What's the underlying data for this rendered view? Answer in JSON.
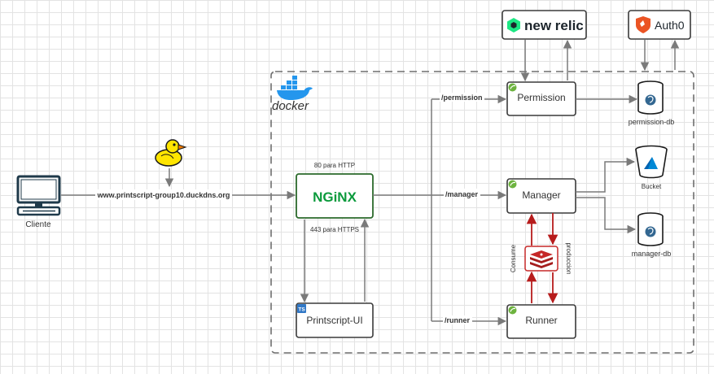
{
  "client": {
    "label": "Cliente"
  },
  "domain_label": "www.printscript-group10.duckdns.org",
  "docker": {
    "label": "docker"
  },
  "nginx": {
    "label": "NGiNX",
    "http_label": "80 para HTTP",
    "https_label": "443 para HTTPS"
  },
  "services": {
    "permission": "Permission",
    "manager": "Manager",
    "runner": "Runner",
    "ui": "Printscript-UI"
  },
  "routes": {
    "permission": "/permission",
    "manager": "/manager",
    "runner": "/runner"
  },
  "external": {
    "newrelic": "new relic",
    "auth0": "Auth0"
  },
  "stores": {
    "permission_db": "permission-db",
    "bucket": "Bucket",
    "manager_db": "manager-db"
  },
  "redis": {
    "consume": "Consume",
    "produce": "produccion"
  },
  "ts_badge": "TS",
  "colors": {
    "nginx": "#0b9a3c",
    "redis": "#c62828",
    "docker": "#2496ed",
    "newrelic": "#1ce783",
    "auth0": "#eb5424",
    "spring": "#6db33f",
    "line": "#7a7a7a"
  }
}
